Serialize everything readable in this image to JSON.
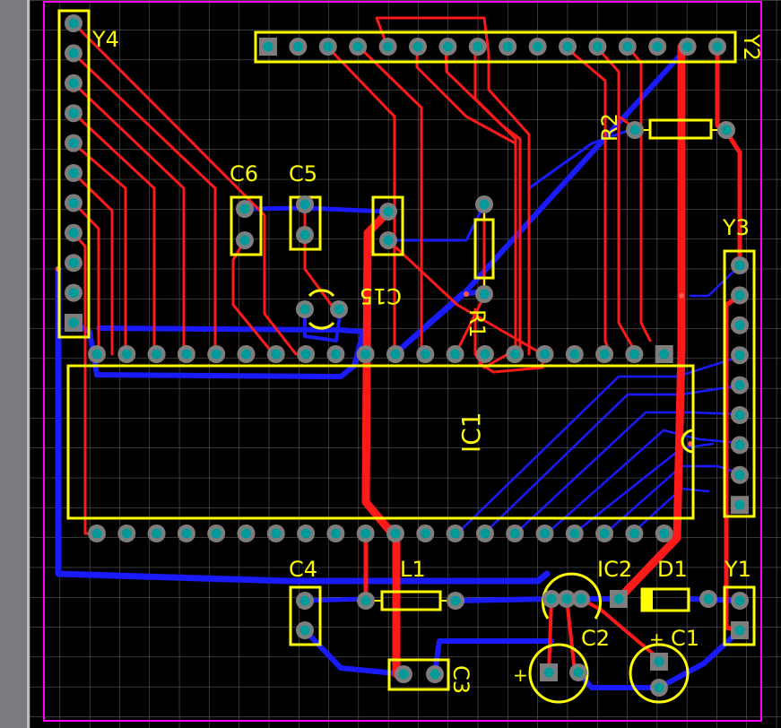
{
  "colors": {
    "background": "#000000",
    "grid": "#6e6e6e",
    "left_panel": "#7a7a80",
    "board_outline": "#ff00ff",
    "silkscreen": "#ffff00",
    "top_copper": "#ff1a1a",
    "bottom_copper": "#1a1aff",
    "pad_ring": "#7d7d7d",
    "pad_hole": "#009a9a"
  },
  "designators": {
    "y4": "Y4",
    "y2": "Y2",
    "r2": "R2",
    "c6": "C6",
    "c5": "C5",
    "y3": "Y3",
    "c15": "C15",
    "r1": "R1",
    "ic1": "IC1",
    "c4": "C4",
    "l1": "L1",
    "ic2": "IC2",
    "d1": "D1",
    "y1": "Y1",
    "c2": "C2",
    "c1": "C1",
    "c3": "C3",
    "plus_c2": "+",
    "plus_c1": "+"
  }
}
